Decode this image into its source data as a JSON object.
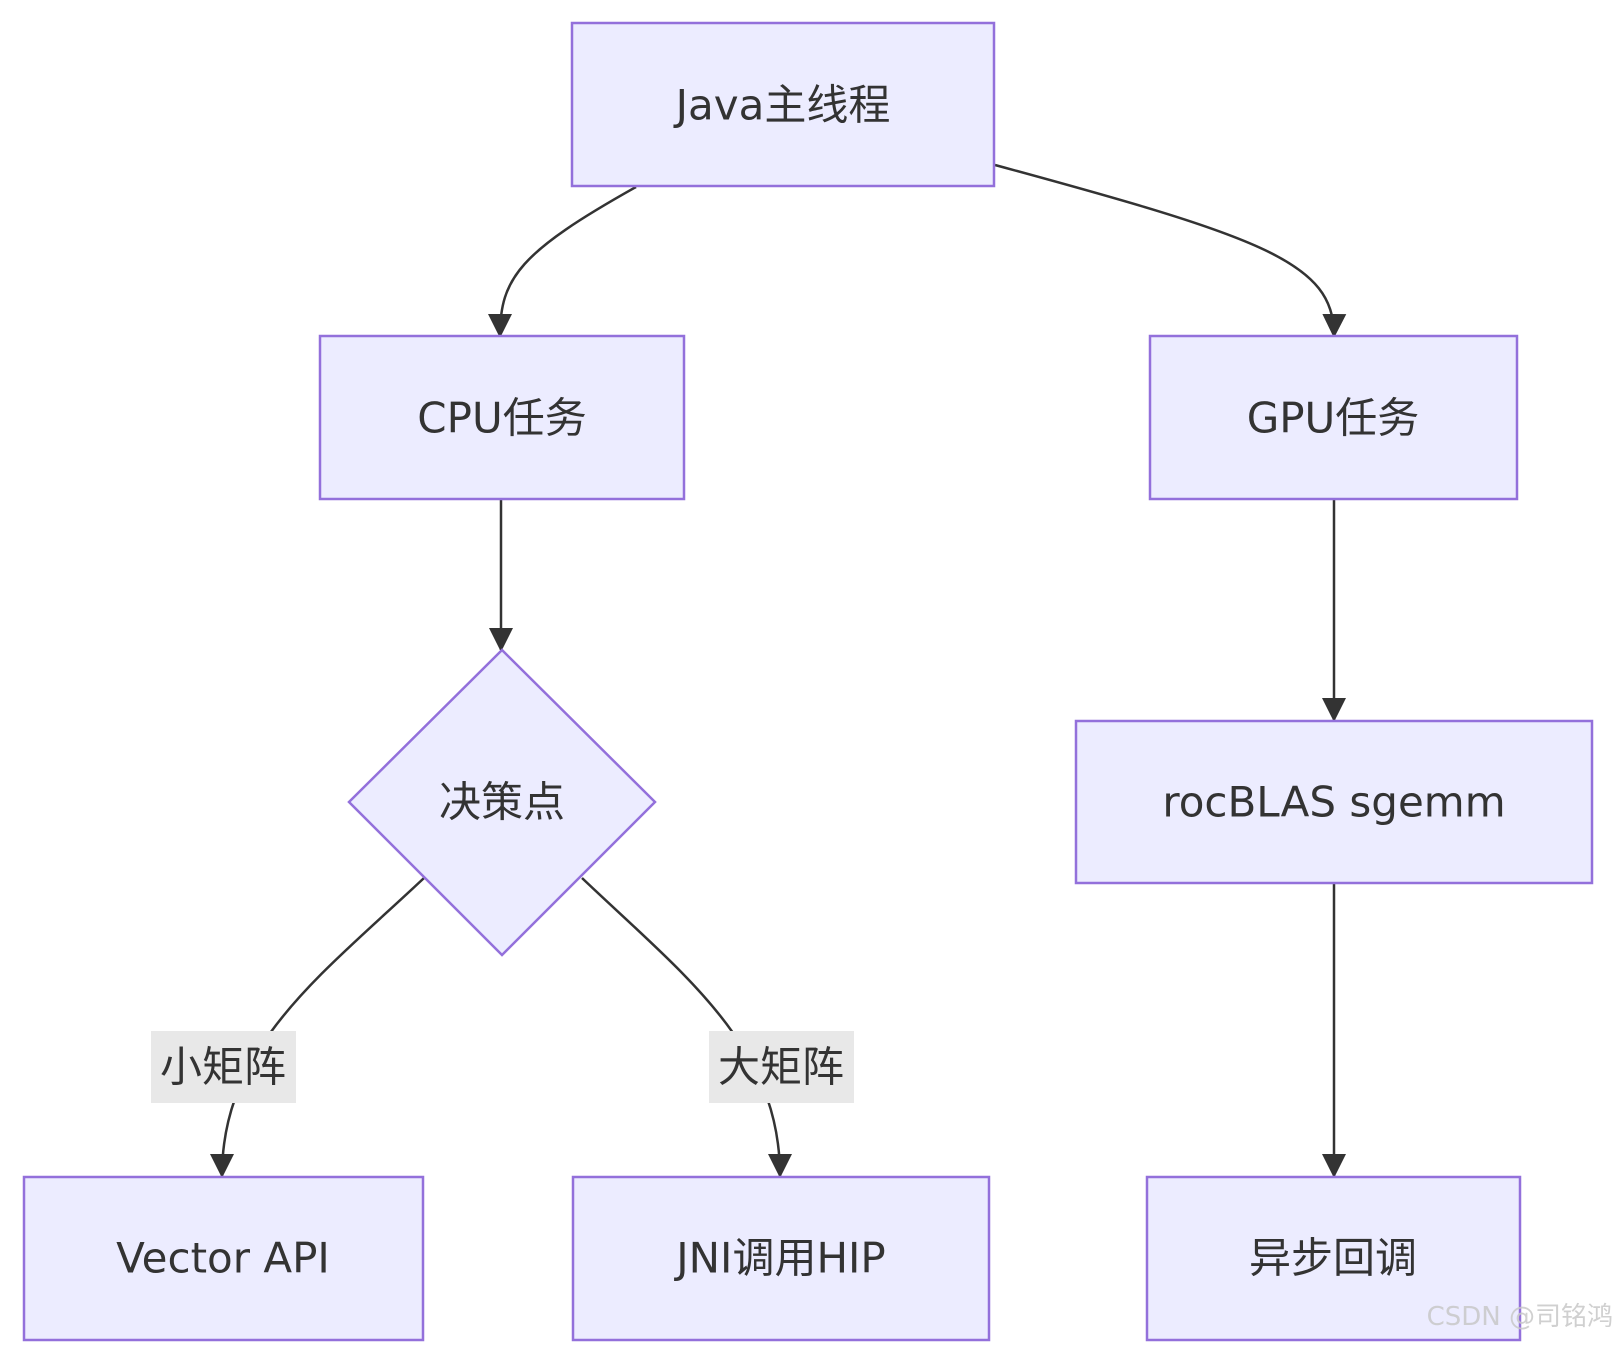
{
  "diagram": {
    "nodes": {
      "java_main": "Java主线程",
      "cpu_task": "CPU任务",
      "gpu_task": "GPU任务",
      "decision": "决策点",
      "rocblas": "rocBLAS sgemm",
      "vector_api": "Vector API",
      "jni_hip": "JNI调用HIP",
      "async_callback": "异步回调"
    },
    "edge_labels": {
      "small_matrix": "小矩阵",
      "large_matrix": "大矩阵"
    },
    "edges": [
      {
        "from": "java_main",
        "to": "cpu_task"
      },
      {
        "from": "java_main",
        "to": "gpu_task"
      },
      {
        "from": "cpu_task",
        "to": "decision"
      },
      {
        "from": "decision",
        "to": "vector_api",
        "label": "小矩阵"
      },
      {
        "from": "decision",
        "to": "jni_hip",
        "label": "大矩阵"
      },
      {
        "from": "gpu_task",
        "to": "rocblas"
      },
      {
        "from": "rocblas",
        "to": "async_callback"
      }
    ],
    "colors": {
      "node_fill": "#ECECFF",
      "node_stroke": "#9370DB",
      "edge": "#333333",
      "edge_label_bg": "#E8E8E8",
      "text": "#333333"
    }
  },
  "watermark": "CSDN @司铭鸿"
}
